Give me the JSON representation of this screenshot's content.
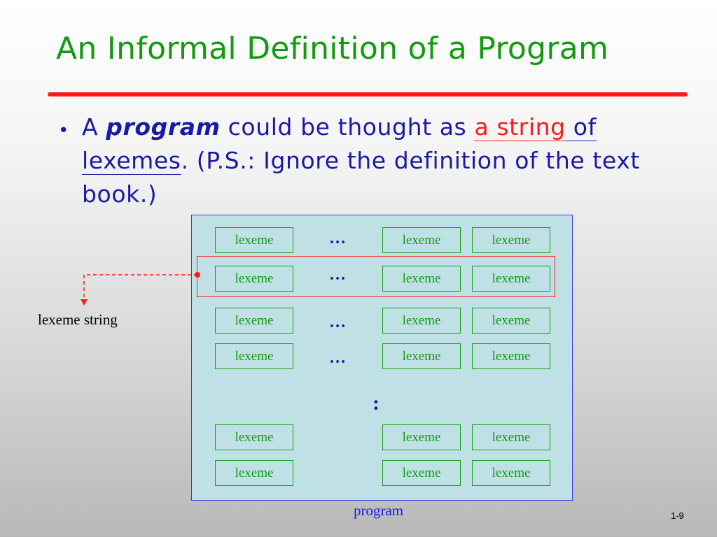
{
  "slide": {
    "title": "An Informal Definition of a Program",
    "bullet": {
      "marker": "•",
      "parts": [
        "A ",
        "program",
        " could be thought as ",
        "a string",
        " of ",
        "lexemes",
        ". (P.S.: Ignore the definition of the text book.)"
      ]
    },
    "diagram": {
      "lexeme_label": "lexeme",
      "horizontal_ellipsis": "…",
      "vertical_ellipsis": ":",
      "lexeme_string_label": "lexeme string",
      "program_label": "program"
    },
    "page_number": "1-9"
  },
  "colors": {
    "title": "#129a12",
    "accent_red": "#ff1a1a",
    "body_text": "#1a1aa6",
    "lexeme_border": "#12a012",
    "program_fill": "#bfe1e6"
  }
}
